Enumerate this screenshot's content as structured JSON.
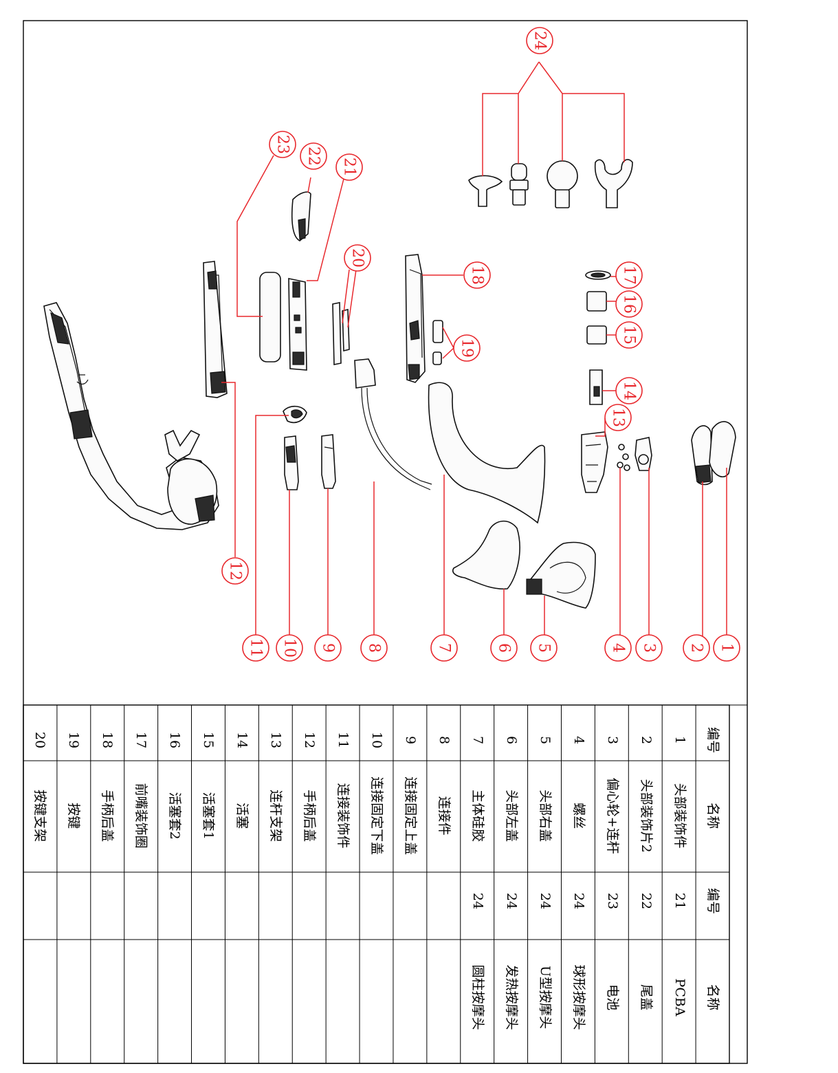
{
  "callouts": [
    {
      "n": "1"
    },
    {
      "n": "2"
    },
    {
      "n": "3"
    },
    {
      "n": "4"
    },
    {
      "n": "5"
    },
    {
      "n": "6"
    },
    {
      "n": "7"
    },
    {
      "n": "8"
    },
    {
      "n": "9"
    },
    {
      "n": "10"
    },
    {
      "n": "11"
    },
    {
      "n": "12"
    },
    {
      "n": "13"
    },
    {
      "n": "14"
    },
    {
      "n": "15"
    },
    {
      "n": "16"
    },
    {
      "n": "17"
    },
    {
      "n": "18"
    },
    {
      "n": "19"
    },
    {
      "n": "20"
    },
    {
      "n": "21"
    },
    {
      "n": "22"
    },
    {
      "n": "23"
    },
    {
      "n": "24"
    }
  ],
  "parts_table": {
    "headers": {
      "no": "编号",
      "name": "名称"
    },
    "rows": [
      {
        "no": "1",
        "name": "头部装饰件",
        "no2": "21",
        "name2": "PCBA"
      },
      {
        "no": "2",
        "name": "头部装饰片2",
        "no2": "22",
        "name2": "尾盖"
      },
      {
        "no": "3",
        "name": "偏心轮+连杆",
        "no2": "23",
        "name2": "电池"
      },
      {
        "no": "4",
        "name": "螺丝",
        "no2": "24",
        "name2": "球形按摩头"
      },
      {
        "no": "5",
        "name": "头部右盖",
        "no2": "24",
        "name2": "U型按摩头"
      },
      {
        "no": "6",
        "name": "头部左盖",
        "no2": "24",
        "name2": "发热按摩头"
      },
      {
        "no": "7",
        "name": "主体硅胶",
        "no2": "24",
        "name2": "圆柱按摩头"
      },
      {
        "no": "8",
        "name": "连接件",
        "no2": "",
        "name2": ""
      },
      {
        "no": "9",
        "name": "连接固定上盖",
        "no2": "",
        "name2": ""
      },
      {
        "no": "10",
        "name": "连接固定下盖",
        "no2": "",
        "name2": ""
      },
      {
        "no": "11",
        "name": "连接装饰件",
        "no2": "",
        "name2": ""
      },
      {
        "no": "12",
        "name": "手柄后盖",
        "no2": "",
        "name2": ""
      },
      {
        "no": "13",
        "name": "连杆支架",
        "no2": "",
        "name2": ""
      },
      {
        "no": "14",
        "name": "活塞",
        "no2": "",
        "name2": ""
      },
      {
        "no": "15",
        "name": "活塞套1",
        "no2": "",
        "name2": ""
      },
      {
        "no": "16",
        "name": "活塞套2",
        "no2": "",
        "name2": ""
      },
      {
        "no": "17",
        "name": "前嘴装饰圈",
        "no2": "",
        "name2": ""
      },
      {
        "no": "18",
        "name": "手柄后盖",
        "no2": "",
        "name2": ""
      },
      {
        "no": "19",
        "name": "按键",
        "no2": "",
        "name2": ""
      },
      {
        "no": "20",
        "name": "按键支架",
        "no2": "",
        "name2": ""
      }
    ]
  },
  "colors": {
    "callout": "#e8282d",
    "line": "#000000"
  }
}
